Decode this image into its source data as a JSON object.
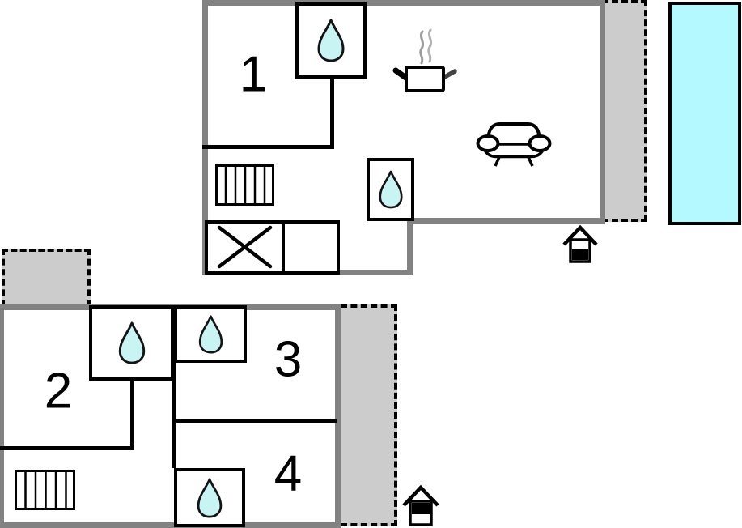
{
  "colors": {
    "wall": "#828282",
    "terrace": "#cccccc",
    "line": "#000000",
    "pool": "#b3f9ff",
    "water": "#c9f4f4",
    "steam": "#9c9c9c",
    "background": "#ffffff"
  },
  "upper_floor": {
    "room": {
      "label": "1"
    },
    "features": [
      "shower",
      "shower",
      "kitchen-pot",
      "sofa",
      "stairs",
      "counter-with-x",
      "terrace",
      "pool",
      "entrance-marker"
    ]
  },
  "lower_floor": {
    "rooms": [
      {
        "label": "2"
      },
      {
        "label": "3"
      },
      {
        "label": "4"
      }
    ],
    "features": [
      "shower",
      "shower",
      "shower",
      "stairs",
      "terrace",
      "terrace",
      "entrance-marker"
    ]
  }
}
